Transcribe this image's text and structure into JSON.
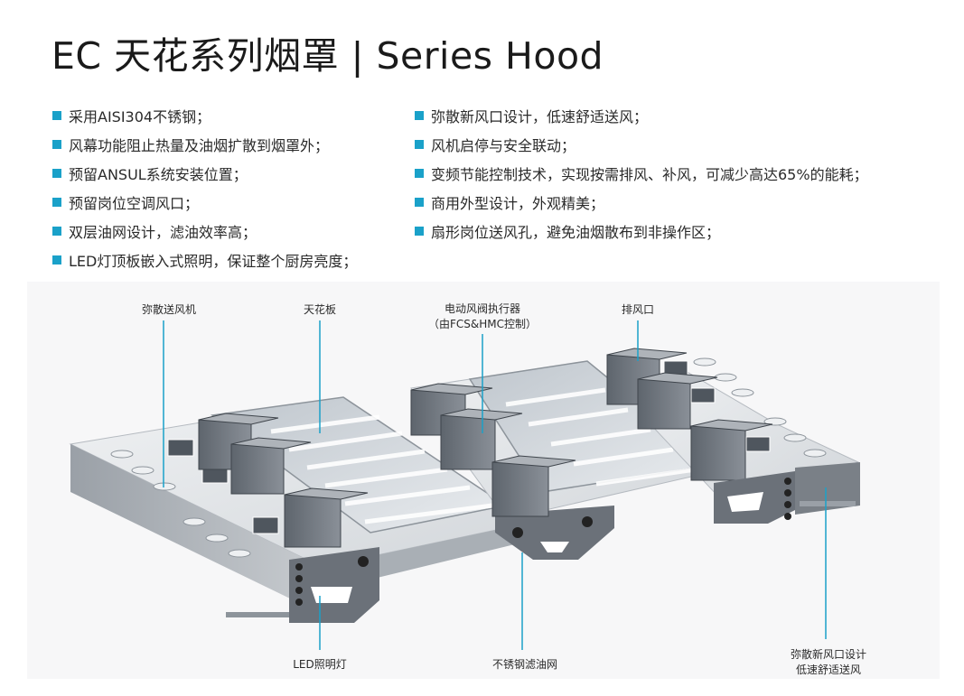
{
  "title": "EC 天花系列烟罩 | Series Hood",
  "features_left": [
    "采用AISI304不锈钢；",
    "风幕功能阻止热量及油烟扩散到烟罩外；",
    "预留ANSUL系统安装位置；",
    "预留岗位空调风口；",
    "双层油网设计，滤油效率高；",
    "LED灯顶板嵌入式照明，保证整个厨房亮度；"
  ],
  "features_right": [
    "弥散新风口设计，低速舒适送风；",
    "风机启停与安全联动；",
    "变频节能控制技术，实现按需排风、补风，可减少高达65%的能耗；",
    "商用外型设计，外观精美；",
    "扇形岗位送风孔，避免油烟散布到非操作区；"
  ],
  "labels": {
    "diffuser_fan": "弥散送风机",
    "ceiling_panel": "天花板",
    "damper_actuator_1": "电动风阀执行器",
    "damper_actuator_2": "（由FCS&HMC控制）",
    "exhaust_outlet": "排风口",
    "led_light": "LED照明灯",
    "steel_filter": "不锈钢滤油网",
    "fresh_air_1": "弥散新风口设计",
    "fresh_air_2": "低速舒适送风"
  },
  "colors": {
    "accent": "#1aa1c9",
    "steel_dark": "#6b7179",
    "steel_light": "#dfe2e5"
  }
}
